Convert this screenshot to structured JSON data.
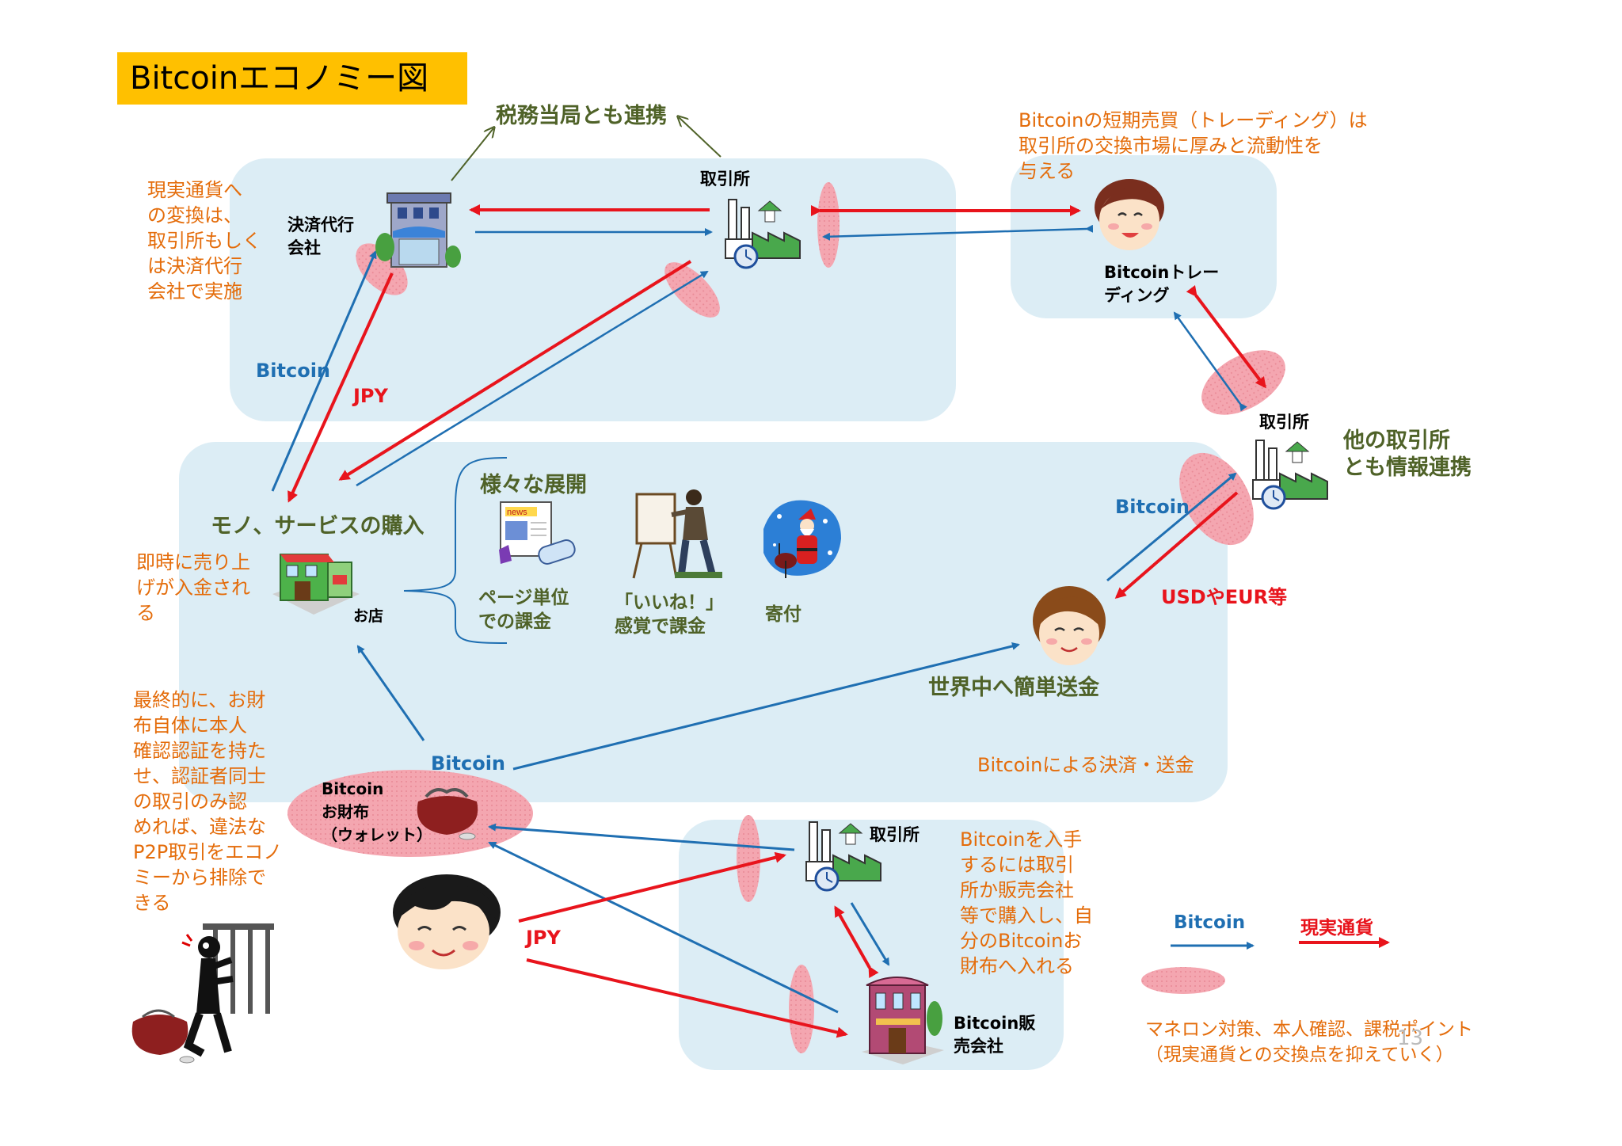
{
  "title": "Bitcoinエコノミー図",
  "tax": "税務当局とも連携",
  "nodes": {
    "payment_agent": [
      "決済代行",
      "会社"
    ],
    "exchange_top": "取引所",
    "trader": [
      "Bitcoinトレー",
      "ディング"
    ],
    "exchange_right": "取引所",
    "exchange_right_note": [
      "他の取引所",
      "とも情報連携"
    ],
    "purchase": "モノ、サービスの購入",
    "shop": "お店",
    "various": "様々な展開",
    "per_page": [
      "ページ単位",
      "での課金"
    ],
    "like": [
      "「いいね！」",
      "感覚で課金"
    ],
    "donation": "寄付",
    "world": "世界中へ簡単送金",
    "wallet": [
      "Bitcoin",
      "お財布",
      "（ウォレット）"
    ],
    "exchange_bottom": "取引所",
    "seller": [
      "Bitcoin販",
      "売会社"
    ]
  },
  "notes": {
    "conversion": [
      "現実通貨へ",
      "の変換は、",
      "取引所もしく",
      "は決済代行",
      "会社で実施"
    ],
    "trading": [
      "Bitcoinの短期売買（トレーディング）は",
      "取引所の交換市場に厚みと流動性を",
      "与える"
    ],
    "instant": [
      "即時に売り上",
      "げが入金され",
      "る"
    ],
    "final": [
      "最終的に、お財",
      "布自体に本人",
      "確認認証を持た",
      "せ、認証者同士",
      "の取引のみ認",
      "めれば、違法な",
      "P2P取引をエコノ",
      "ミーから排除で",
      "きる"
    ],
    "payment": "Bitcoinによる決済・送金",
    "acquire": [
      "Bitcoinを入手",
      "するには取引",
      "所か販売会社",
      "等で購入し、自",
      "分のBitcoinお",
      "財布へ入れる"
    ]
  },
  "flow_labels": {
    "bitcoin_left": "Bitcoin",
    "jpy_left": "JPY",
    "bitcoin_right": "Bitcoin",
    "usd_eur": "USDやEUR等",
    "bitcoin_wallet": "Bitcoin",
    "jpy_bottom": "JPY"
  },
  "legend": {
    "bitcoin": "Bitcoin",
    "fiat": "現実通貨",
    "checkpoint": [
      "マネロン対策、本人確認、課税ポイント",
      "（現実通貨との交換点を抑えていく）"
    ]
  },
  "page_number": "13",
  "colors": {
    "blue_arrow": "#1f6fb2",
    "red_arrow": "#e8141c",
    "region": "#d6eaf3",
    "title_bg": "#ffc000",
    "checkpoint": "#f4a6b0"
  }
}
